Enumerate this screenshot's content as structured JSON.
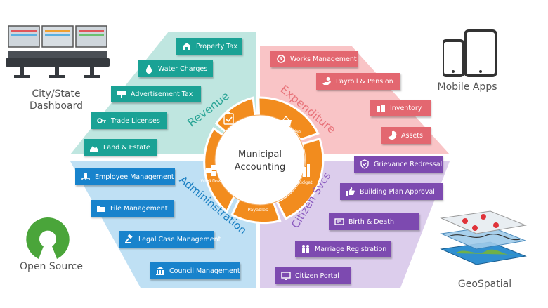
{
  "center": {
    "line1": "Municipal",
    "line2": "Accounting"
  },
  "ring": {
    "reports": "Reports",
    "receivables": "Receivables",
    "budget": "Budget",
    "payables": "Payables",
    "workflows": "Workflows"
  },
  "sectors": {
    "revenue": "Revenue",
    "expenditure": "Expenditure",
    "administration": "Admininstration",
    "citizen": "Citizen Svcs"
  },
  "revenue_items": [
    "Property Tax",
    "Water Charges",
    "Advertisement Tax",
    "Trade Licenses",
    "Land & Estate"
  ],
  "expenditure_items": [
    "Works Management",
    "Payroll & Pension",
    "Inventory",
    "Assets"
  ],
  "admin_items": [
    "Employee Management",
    "File Management",
    "Legal Case Management",
    "Council Management"
  ],
  "citizen_items": [
    "Grievance Redressal",
    "Building Plan Approval",
    "Birth & Death",
    "Marriage Registration",
    "Citizen Portal"
  ],
  "corners": {
    "dashboard_line1": "City/State",
    "dashboard_line2": "Dashboard",
    "mobile": "Mobile Apps",
    "open_source": "Open Source",
    "geospatial": "GeoSpatial"
  },
  "colors": {
    "teal": "#1aa295",
    "salmon": "#e36770",
    "blue": "#1883cc",
    "purple": "#7d4ab0",
    "orange": "#f28c1e",
    "orange_dark": "#e0701a"
  }
}
